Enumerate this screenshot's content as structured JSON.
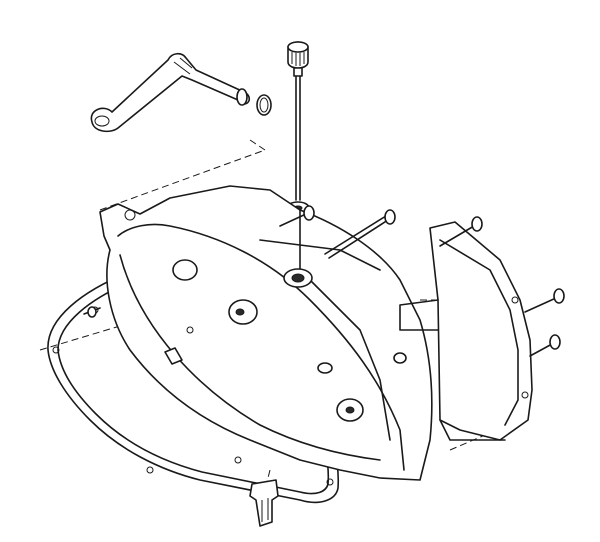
{
  "diagram": {
    "type": "exploded-technical-drawing",
    "colors": {
      "line": "#1a1a1a",
      "background": "#ffffff"
    },
    "parts": [
      {
        "name": "kickstart-lever"
      },
      {
        "name": "dipstick"
      },
      {
        "name": "dipstick-washer"
      },
      {
        "name": "gasket"
      },
      {
        "name": "crankcase-cover"
      },
      {
        "name": "outer-cover-plate"
      },
      {
        "name": "screws"
      },
      {
        "name": "drain-plug"
      }
    ]
  }
}
